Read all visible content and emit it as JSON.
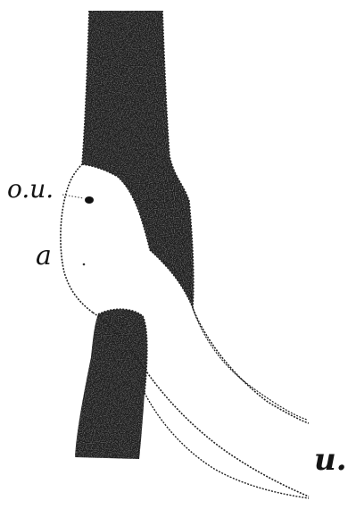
{
  "figure": {
    "labels": {
      "ou": "o.u.",
      "a": "a",
      "u": "u."
    },
    "colors": {
      "background": "#ffffff",
      "tissue": "#1a1a1a",
      "outline": "#222222"
    }
  }
}
